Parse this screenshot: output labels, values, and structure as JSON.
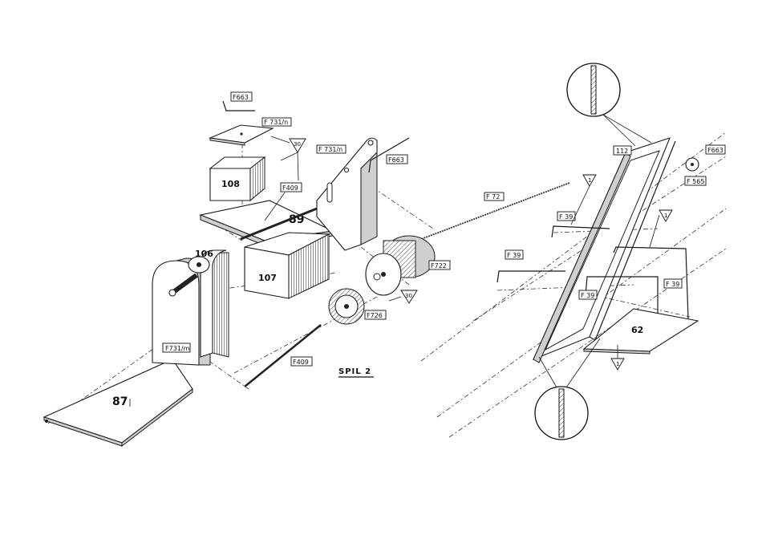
{
  "title": "SPIL 2",
  "part_numbers": {
    "p87": "87",
    "p89": "89",
    "p106": "106",
    "p107": "107",
    "p108": "108",
    "p62": "62",
    "p112": "112"
  },
  "part_labels": {
    "f663_a": "F663",
    "f731n_top": "F 731/n",
    "f731n_right": "F 731/n",
    "f663_b": "F663",
    "f409_top": "F409",
    "f72": "F 72",
    "f722": "F722",
    "f726": "F726",
    "f731m": "F731/m",
    "f409_bottom": "F409",
    "f39_a": "F 39",
    "f39_b": "F 39",
    "f39_c": "F 39",
    "f39_d": "F 39",
    "f663_c": "F663",
    "f565": "F 565"
  },
  "quantity_markers": {
    "q30_top": "30",
    "q30_bottom": "30",
    "q1_left": "1",
    "q1_right": "1",
    "q1_bottom": "1"
  }
}
